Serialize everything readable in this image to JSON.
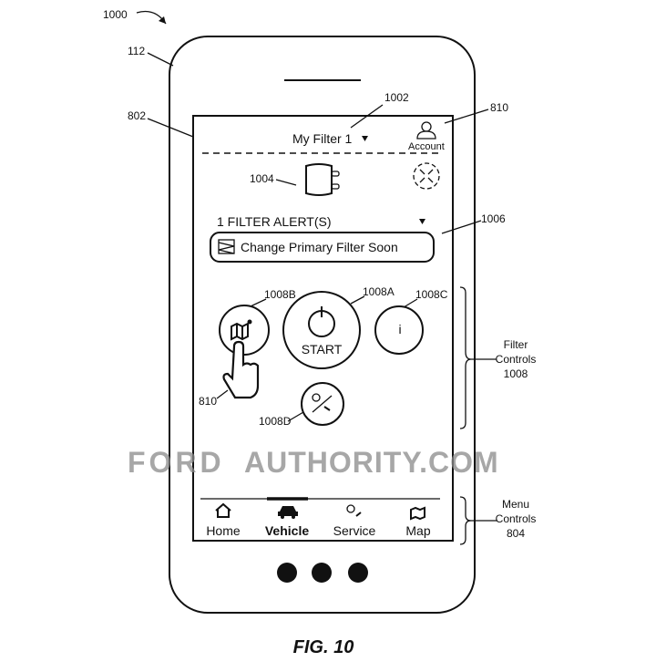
{
  "figure": {
    "number": "1000",
    "caption": "FIG. 10"
  },
  "watermark": {
    "left": "FORD",
    "right": "AUTHORITY.COM",
    "color": "#8a8a8a"
  },
  "refs": {
    "device": "112",
    "screen": "802",
    "filter_selector": "1002",
    "account": "810",
    "filter_image": "1004",
    "alerts": "1006",
    "start": "1008A",
    "map": "1008B",
    "info": "1008C",
    "service": "1008D",
    "hand": "810",
    "filter_controls": [
      "Filter",
      "Controls",
      "1008"
    ],
    "menu_controls": [
      "Menu",
      "Controls",
      "804"
    ]
  },
  "header": {
    "filter_name": "My Filter 1",
    "dropdown_icon": "caret-down",
    "account_label": "Account"
  },
  "alerts": {
    "title": "1 FILTER ALERT(S)",
    "message": "Change Primary Filter Soon"
  },
  "controls": {
    "start_label": "START",
    "info_label": "i"
  },
  "nav": {
    "active": "Vehicle",
    "items": [
      {
        "label": "Home",
        "icon": "home-icon"
      },
      {
        "label": "Vehicle",
        "icon": "car-icon"
      },
      {
        "label": "Service",
        "icon": "service-icon"
      },
      {
        "label": "Map",
        "icon": "map-icon"
      }
    ]
  }
}
